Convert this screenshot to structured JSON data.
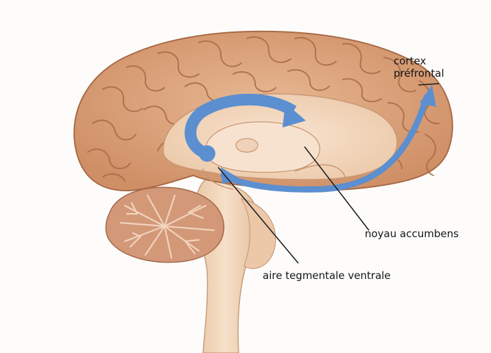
{
  "labels": {
    "cortex_line1": "cortex",
    "cortex_line2": "préfrontal",
    "noyau": "noyau accumbens",
    "aire": "aire tegmentale ventrale"
  },
  "colors": {
    "cortex": "#dba27a",
    "cortex_outline": "#a86a45",
    "inner_tissue": "#f3d8bf",
    "brainstem": "#f1d6bb",
    "cerebellum": "#d59b7c",
    "pathway": "#4f86c9",
    "leader_line": "#1e1e1e"
  },
  "icons": [
    "brain-sagittal-illustration",
    "mesocorticolimbic-pathway-arrow"
  ]
}
